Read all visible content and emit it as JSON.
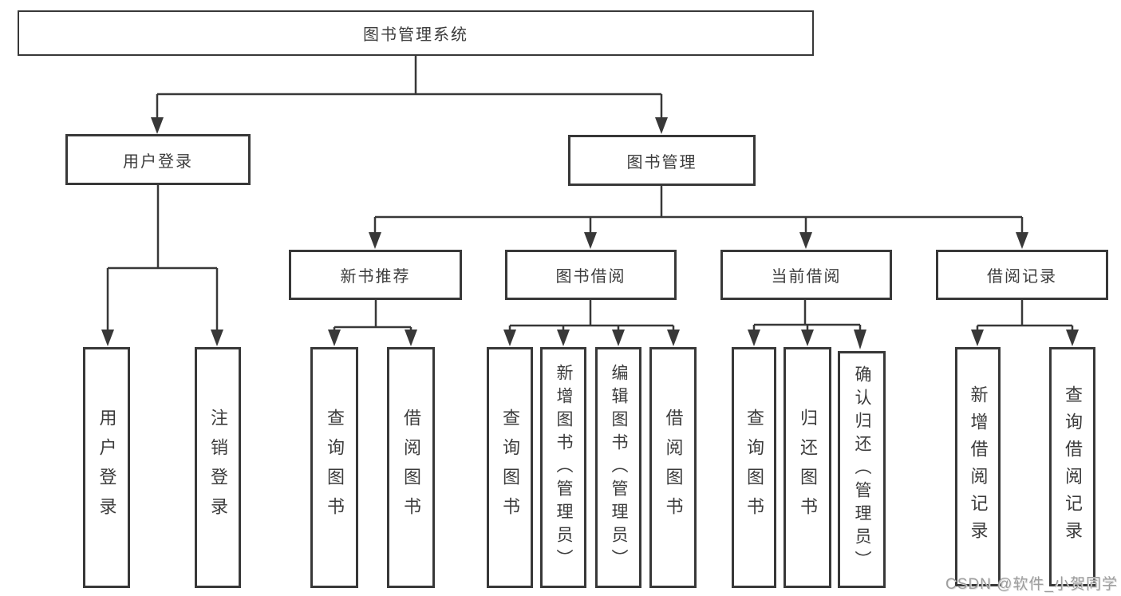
{
  "tree": {
    "root": "图书管理系统",
    "level2": [
      "用户登录",
      "图书管理"
    ],
    "level3": [
      "新书推荐",
      "图书借阅",
      "当前借阅",
      "借阅记录"
    ],
    "leaves": {
      "user_login": [
        "用户登录",
        "注销登录"
      ],
      "new_book_recommend": [
        "查询图书",
        "借阅图书"
      ],
      "book_borrow": [
        "查询图书",
        "新增图书（管理员）",
        "编辑图书（管理员）",
        "借阅图书"
      ],
      "current_borrow": [
        "查询图书",
        "归还图书",
        "确认归还（管理员）"
      ],
      "borrow_records": [
        "新增借阅记录",
        "查询借阅记录"
      ]
    }
  },
  "watermark": "CSDN @软件_小贺同学",
  "colors": {
    "line": "#383838",
    "box_border": "#383838",
    "text": "#3c3c3c",
    "watermark": "#9d9d9d",
    "background": "#ffffff"
  }
}
